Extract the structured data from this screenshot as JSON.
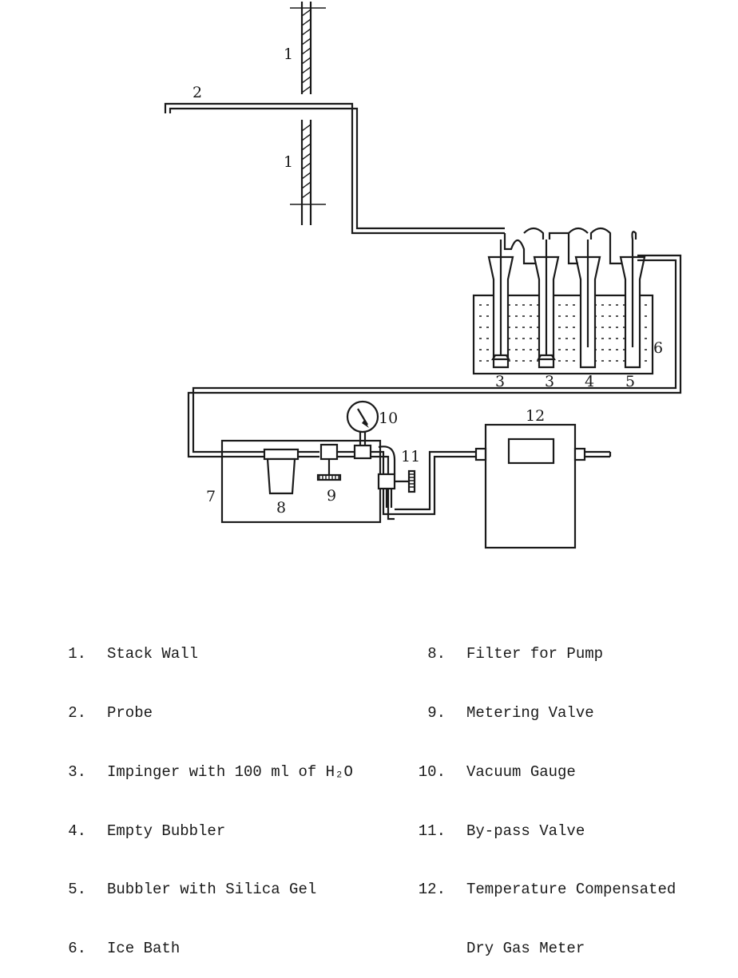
{
  "diagram": {
    "labels": {
      "stack_wall_top": "1",
      "stack_wall_bottom": "1",
      "probe": "2",
      "impinger_a": "3",
      "impinger_b": "3",
      "empty_bubbler": "4",
      "silica_bubbler": "5",
      "ice_bath": "6",
      "pump_box": "7",
      "filter": "8",
      "metering_valve": "9",
      "vacuum_gauge": "10",
      "bypass_valve": "11",
      "gas_meter": "12"
    }
  },
  "legend": {
    "left": [
      {
        "num": "1.",
        "text": "Stack Wall"
      },
      {
        "num": "2.",
        "text": "Probe"
      },
      {
        "num": "3.",
        "text": "Impinger with 100 ml of H₂O"
      },
      {
        "num": "4.",
        "text": "Empty Bubbler"
      },
      {
        "num": "5.",
        "text": "Bubbler with Silica Gel"
      },
      {
        "num": "6.",
        "text": "Ice Bath"
      }
    ],
    "right": [
      {
        "num": "8.",
        "text": "Filter for Pump"
      },
      {
        "num": "9.",
        "text": "Metering Valve"
      },
      {
        "num": "10.",
        "text": "Vacuum Gauge"
      },
      {
        "num": "11.",
        "text": "By-pass Valve"
      },
      {
        "num": "12.",
        "text": "Temperature Compensated"
      },
      {
        "num": "",
        "text": "Dry Gas Meter"
      }
    ]
  }
}
